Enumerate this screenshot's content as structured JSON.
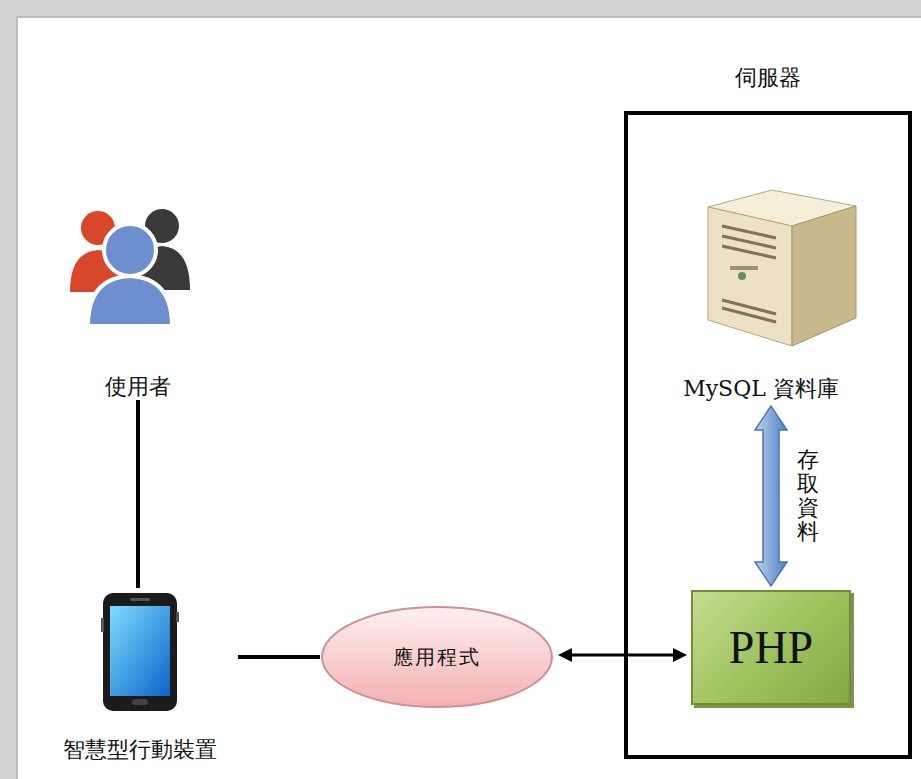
{
  "diagram": {
    "nodes": [
      {
        "text": [
          "伺服器"
        ]
      },
      {
        "text": [
          "使用者"
        ]
      },
      {
        "text": [
          "MySQL 資料庫"
        ],
        "in": 0
      },
      {
        "text": [
          "PHP"
        ],
        "in": 0
      },
      {
        "text": [
          "智慧型行動裝置"
        ]
      },
      {
        "text": [
          "應用程式"
        ]
      }
    ],
    "edges": [
      {
        "from": 1,
        "to": 4,
        "arrow": "none"
      },
      {
        "from": 4,
        "to": 5,
        "arrow": "none"
      },
      {
        "from": 5,
        "to": 3,
        "arrow": "both"
      },
      {
        "from": 2,
        "to": 3,
        "arrow": "both",
        "label": "存取資料"
      }
    ]
  }
}
